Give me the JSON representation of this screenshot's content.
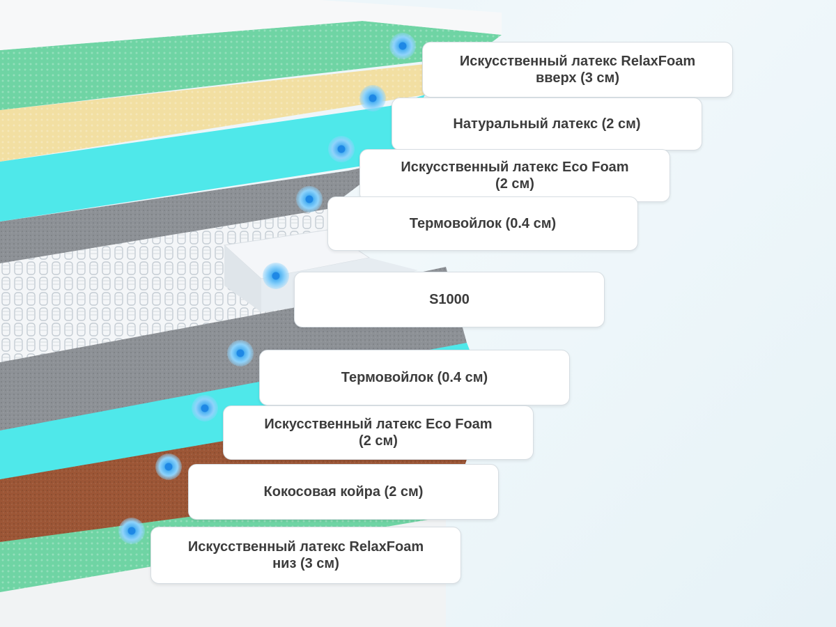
{
  "layers": [
    {
      "lines": [
        "Искусственный латекс RelaxFoam",
        "вверх (3 см)"
      ],
      "marker_icon": "layer-marker-icon",
      "color": "#6fd4a4"
    },
    {
      "lines": [
        "Натуральный латекс (2 см)"
      ],
      "marker_icon": "layer-marker-icon",
      "color": "#f2dfa2"
    },
    {
      "lines": [
        "Искусственный латекс Eco Foam",
        "(2 см)"
      ],
      "marker_icon": "layer-marker-icon",
      "color": "#4fe8ea"
    },
    {
      "lines": [
        "Термовойлок (0.4 см)"
      ],
      "marker_icon": "layer-marker-icon",
      "color": "#8d9196"
    },
    {
      "lines": [
        "S1000"
      ],
      "marker_icon": "layer-marker-icon",
      "color": "#e6ecf1"
    },
    {
      "lines": [
        "Термовойлок (0.4 см)"
      ],
      "marker_icon": "layer-marker-icon",
      "color": "#8d9196"
    },
    {
      "lines": [
        "Искусственный латекс Eco Foam",
        "(2 см)"
      ],
      "marker_icon": "layer-marker-icon",
      "color": "#4fe8ea"
    },
    {
      "lines": [
        "Кокосовая койра (2 см)"
      ],
      "marker_icon": "layer-marker-icon",
      "color": "#9c5636"
    },
    {
      "lines": [
        "Искусственный латекс RelaxFoam",
        "низ (3 см)"
      ],
      "marker_icon": "layer-marker-icon",
      "color": "#6fd4a4"
    }
  ]
}
